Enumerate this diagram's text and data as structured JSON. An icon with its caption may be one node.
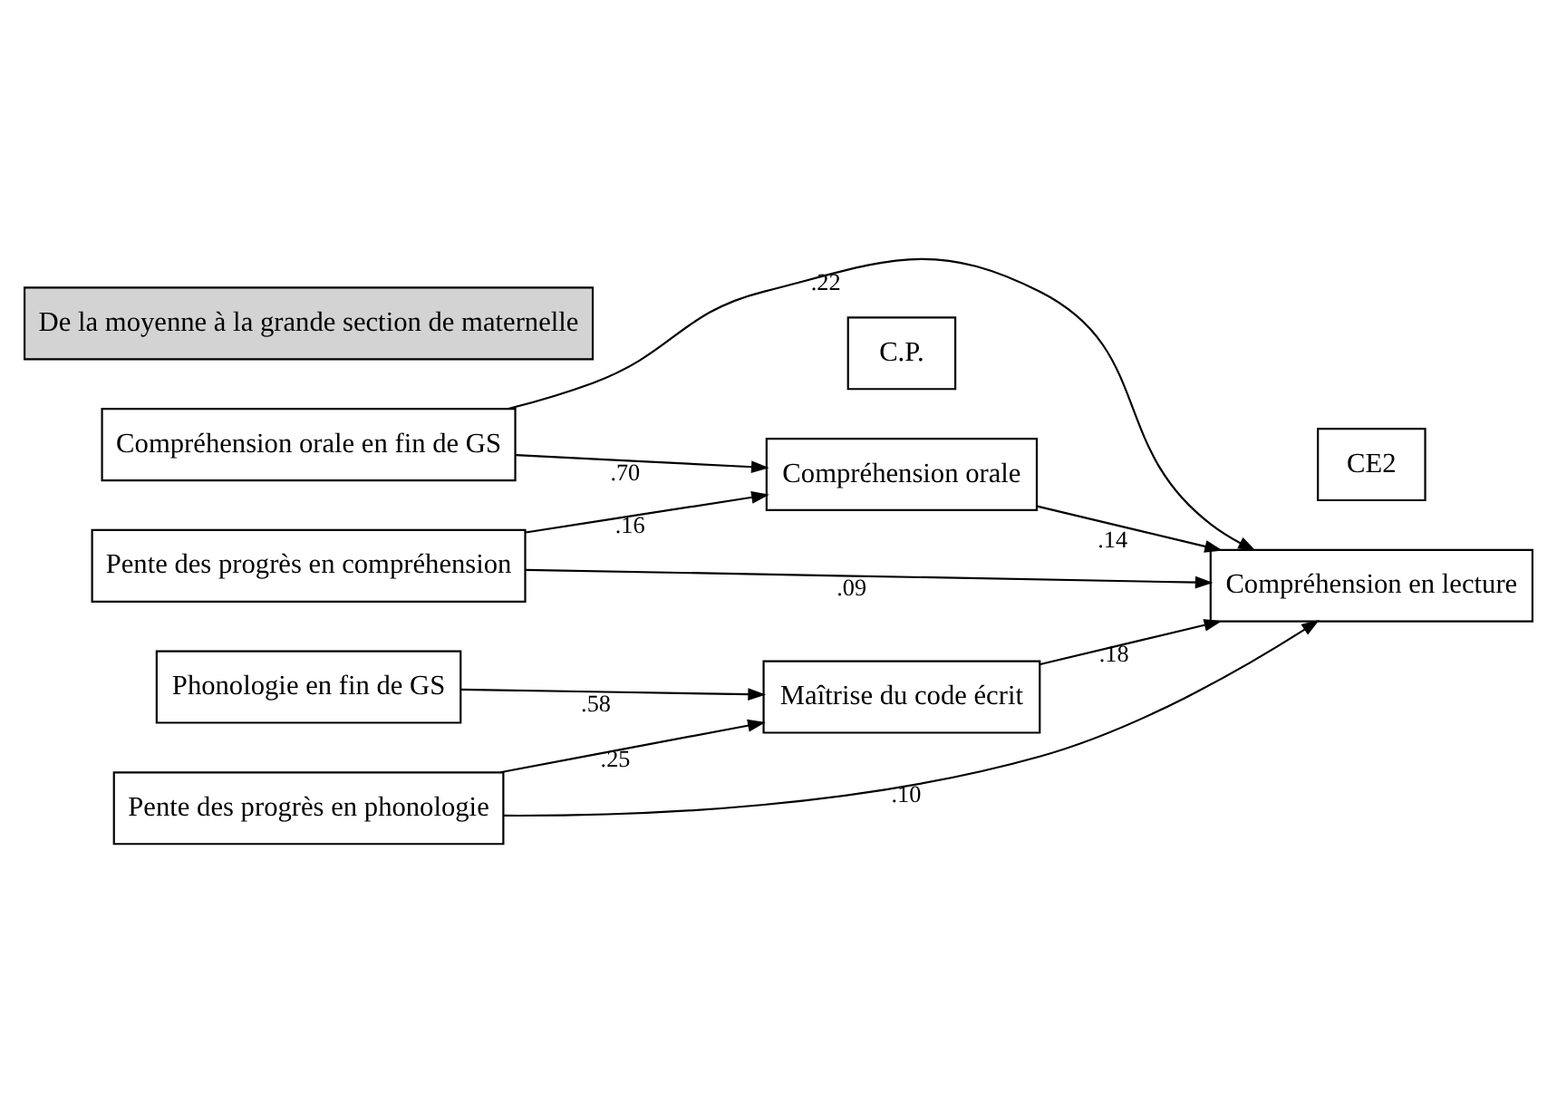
{
  "diagram": {
    "nodes": [
      {
        "text": [
          "De la moyenne à la grande section de maternelle"
        ]
      },
      {
        "text": [
          "C.P."
        ]
      },
      {
        "text": [
          "CE2"
        ]
      },
      {
        "text": [
          "Compréhension orale en fin de GS"
        ]
      },
      {
        "text": [
          "Pente des progrès en compréhension"
        ]
      },
      {
        "text": [
          "Compréhension orale"
        ]
      },
      {
        "text": [
          "Compréhension en lecture"
        ]
      },
      {
        "text": [
          "Phonologie en fin de GS"
        ]
      },
      {
        "text": [
          "Maîtrise du code écrit"
        ]
      },
      {
        "text": [
          "Pente des progrès en phonologie"
        ]
      }
    ],
    "edges": [
      {
        "from": 4,
        "to": 6,
        "arrow": "to",
        "label": ".09"
      },
      {
        "from": 3,
        "to": 6,
        "arrow": "to",
        "label": ".22"
      },
      {
        "from": 3,
        "to": 5,
        "arrow": "to",
        "label": ".70"
      },
      {
        "from": 4,
        "to": 5,
        "arrow": "to",
        "label": ".16"
      },
      {
        "from": 5,
        "to": 6,
        "arrow": "to",
        "label": ".14"
      },
      {
        "from": 8,
        "to": 6,
        "arrow": "to",
        "label": ".18"
      },
      {
        "from": 7,
        "to": 8,
        "arrow": "to",
        "label": ".58"
      },
      {
        "from": 9,
        "to": 8,
        "arrow": "to",
        "label": ".25"
      },
      {
        "from": 9,
        "to": 6,
        "arrow": "to",
        "label": ".10"
      }
    ]
  }
}
